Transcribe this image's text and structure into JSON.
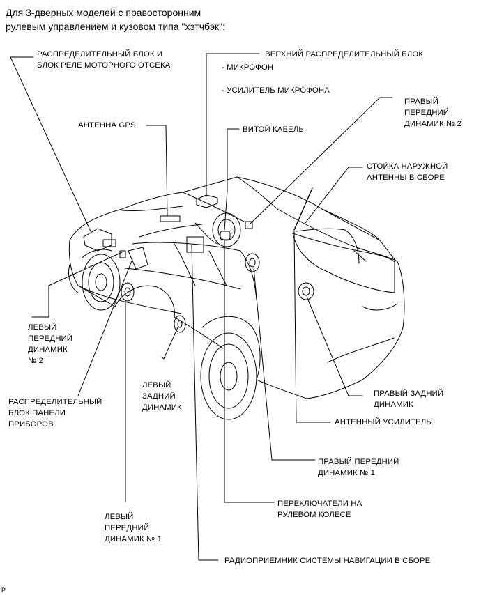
{
  "title_lines": [
    "Для 3-дверных моделей с правосторонним",
    "рулевым управлением и кузовом типа \"хэтчбэк\":"
  ],
  "labels": {
    "engine_relay": [
      "РАСПРЕДЕЛИТЕЛЬНЫЙ БЛОК И",
      "БЛОК РЕЛЕ МОТОРНОГО ОТСЕКА"
    ],
    "upper_block": [
      "ВЕРХНИЙ РАСПРЕДЕЛИТЕЛЬНЫЙ БЛОК"
    ],
    "microphone": [
      "- МИКРОФОН"
    ],
    "mic_amp": [
      "- УСИЛИТЕЛЬ МИКРОФОНА"
    ],
    "rf_speaker2": [
      "ПРАВЫЙ",
      "ПЕРЕДНИЙ",
      "ДИНАМИК № 2"
    ],
    "gps_antenna": [
      "АНТЕННА GPS"
    ],
    "spiral_cable": [
      "ВИТОЙ КАБЕЛЬ"
    ],
    "antenna_pole": [
      "СТОЙКА НАРУЖНОЙ",
      "АНТЕННЫ В СБОРЕ"
    ],
    "lf_speaker2": [
      "ЛЕВЫЙ",
      "ПЕРЕДНИЙ",
      "ДИНАМИК",
      "№ 2"
    ],
    "left_rear": [
      "ЛЕВЫЙ",
      "ЗАДНИЙ",
      "ДИНАМИК"
    ],
    "instrument_block": [
      "РАСПРЕДЕЛИТЕЛЬНЫЙ",
      "БЛОК ПАНЕЛИ",
      "ПРИБОРОВ"
    ],
    "right_rear": [
      "ПРАВЫЙ ЗАДНИЙ",
      "ДИНАМИК"
    ],
    "antenna_amp": [
      "АНТЕННЫЙ УСИЛИТЕЛЬ"
    ],
    "rf_speaker1": [
      "ПРАВЫЙ ПЕРЕДНИЙ",
      "ДИНАМИК № 1"
    ],
    "steering_switches": [
      "ПЕРЕКЛЮЧАТЕЛИ НА",
      "РУЛЕВОМ КОЛЕСЕ"
    ],
    "lf_speaker1": [
      "ЛЕВЫЙ",
      "ПЕРЕДНИЙ",
      "ДИНАМИК № 1"
    ],
    "nav_radio": [
      "РАДИОПРИЕМНИК СИСТЕМЫ НАВИГАЦИИ В СБОРЕ"
    ]
  },
  "footer_code": "P"
}
